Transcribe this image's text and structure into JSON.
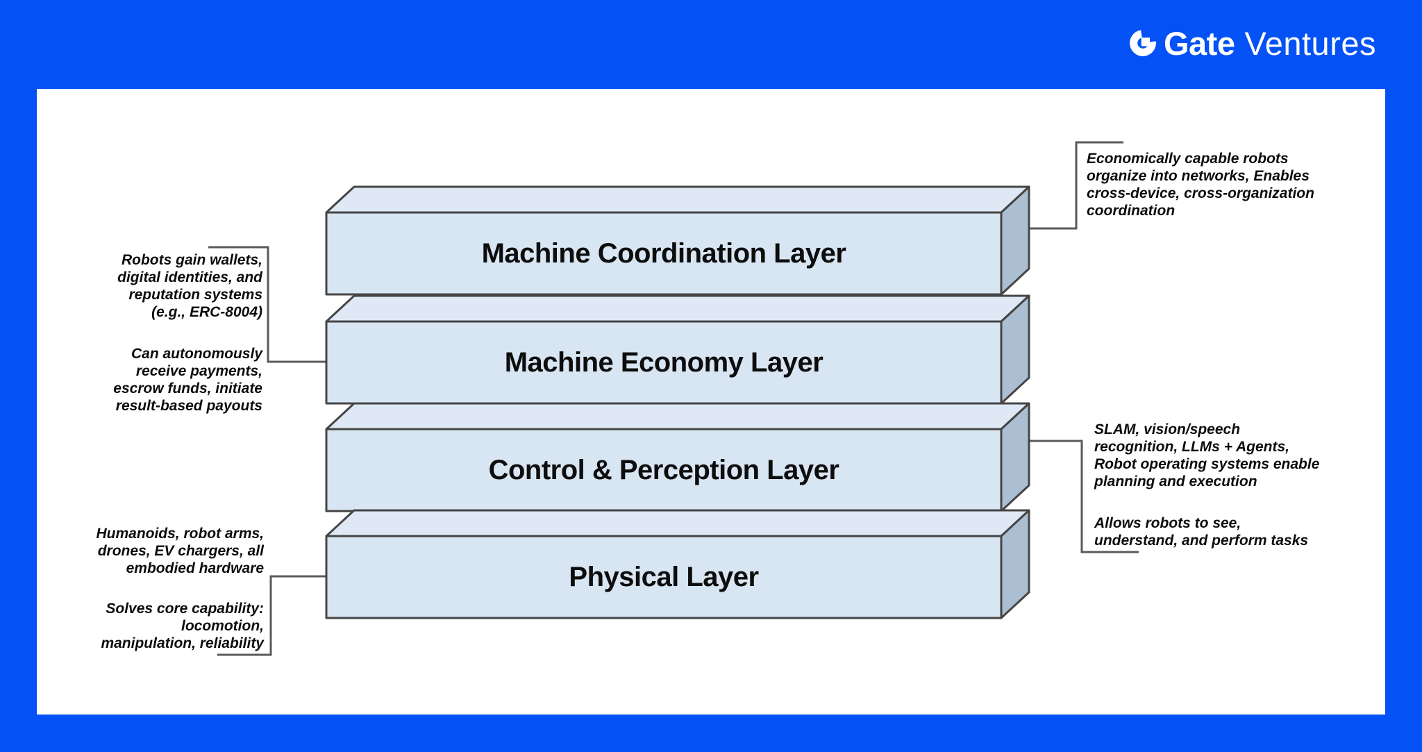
{
  "brand": {
    "name_bold": "Gate",
    "name_light": "Ventures",
    "icon": "gate-logo-icon"
  },
  "palette": {
    "background_blue": "#0452F5",
    "card_white": "#FFFFFF",
    "box_front": "#D8E5F2",
    "box_top": "#DEE9F5",
    "box_side": "#ACBED2",
    "box_outline": "#454545",
    "connector_gray": "#5A5A5A",
    "text_black": "#0D0D0D"
  },
  "diagram": {
    "layers": [
      {
        "id": "machine-coordination",
        "label": "Machine Coordination Layer",
        "note_side": "right",
        "note": {
          "para1": "Economically capable robots\norganize into networks, Enables\ncross-device, cross-organization\ncoordination"
        }
      },
      {
        "id": "machine-economy",
        "label": "Machine Economy Layer",
        "note_side": "left",
        "note": {
          "para1": "Robots gain wallets,\ndigital identities, and\nreputation systems\n(e.g., ERC-8004)",
          "para2": "Can autonomously\nreceive payments,\nescrow funds, initiate\nresult-based payouts"
        }
      },
      {
        "id": "control-perception",
        "label": "Control & Perception Layer",
        "note_side": "right",
        "note": {
          "para1": "SLAM, vision/speech\nrecognition, LLMs + Agents,\nRobot operating systems enable\nplanning and execution",
          "para2": "Allows robots to see,\nunderstand, and perform tasks"
        }
      },
      {
        "id": "physical",
        "label": "Physical Layer",
        "note_side": "left",
        "note": {
          "para1": "Humanoids, robot arms,\ndrones, EV chargers, all\nembodied hardware",
          "para2": "Solves core capability:\nlocomotion,\nmanipulation, reliability"
        }
      }
    ]
  }
}
